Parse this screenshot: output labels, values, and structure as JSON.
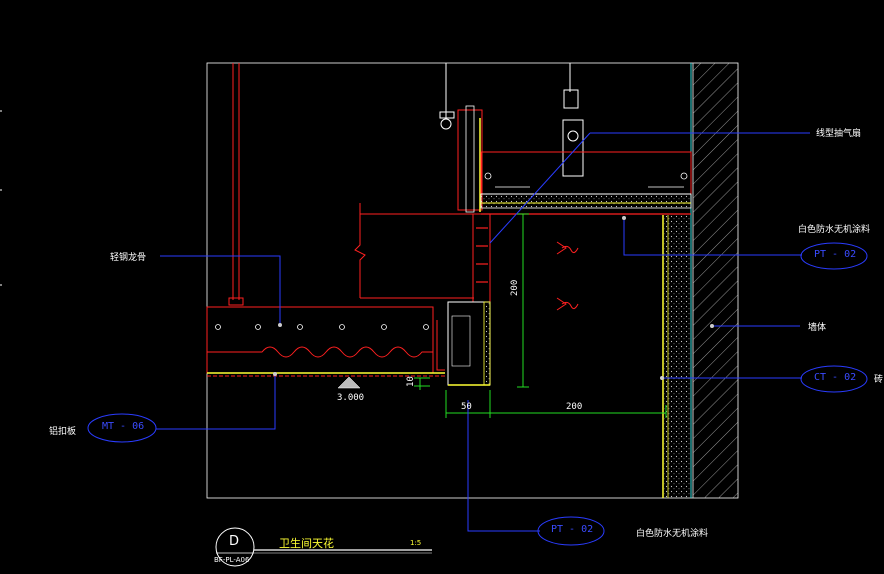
{
  "labels": {
    "exhaust_fan": "线型抽气扇",
    "waterproof_paint_top": "白色防水无机涂料",
    "light_steel_joist": "轻钢龙骨",
    "wall": "墙体",
    "aluminum_panel": "铝扣板",
    "waterproof_paint_bottom": "白色防水无机涂料",
    "cut_right": "砖"
  },
  "tags": {
    "pt02_top": "PT - 02",
    "ct02": "CT - 02",
    "mt06": "MT - 06",
    "pt02_bottom": "PT - 02"
  },
  "dimensions": {
    "vertical_200": "200",
    "horizontal_50": "50",
    "horizontal_200": "200",
    "offset_10": "10",
    "elevation": "3.000"
  },
  "title_block": {
    "detail_letter": "D",
    "sheet_ref": "BF-PL-A06",
    "title": "卫生间天花",
    "scale": "1:5"
  },
  "colors": {
    "background": "#000000",
    "outline": "#ffffff",
    "red": "#ff2020",
    "yellow": "#ffff33",
    "green": "#22dd22",
    "blue": "#2a3cff",
    "cyan": "#33dddd"
  }
}
